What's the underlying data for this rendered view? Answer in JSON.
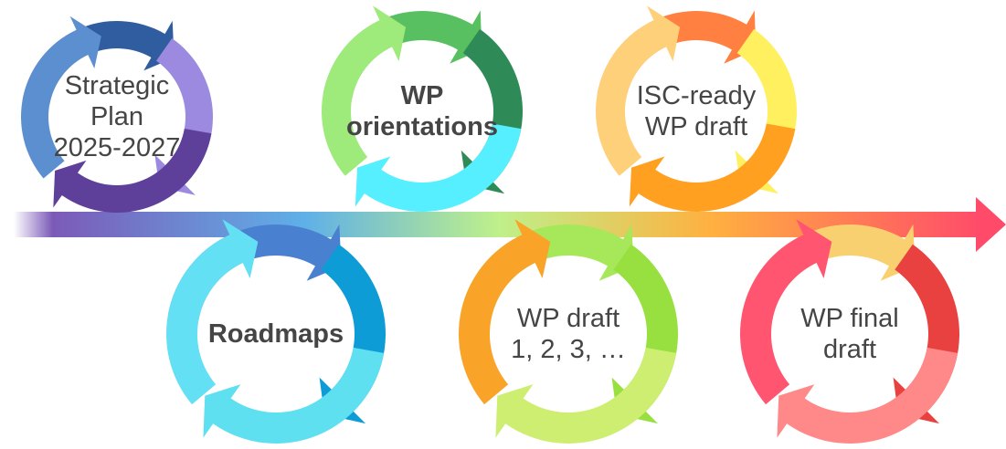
{
  "stages": [
    {
      "id": "strategic-plan",
      "lines": [
        "Strategic",
        "Plan",
        "2025-2027"
      ],
      "bold": false,
      "colors": [
        "#2F5DA0",
        "#9B8AE0",
        "#5E3F9A",
        "#5B8FD0"
      ]
    },
    {
      "id": "roadmaps",
      "lines": [
        "Roadmaps"
      ],
      "bold": true,
      "colors": [
        "#4A80D0",
        "#0E9CD6",
        "#5FE0F0",
        "#64E0F4"
      ]
    },
    {
      "id": "wp-orientations",
      "lines": [
        "WP",
        "orientations"
      ],
      "bold": true,
      "colors": [
        "#58C060",
        "#2E8B57",
        "#55EFFF",
        "#9EEA7A"
      ]
    },
    {
      "id": "wp-draft-iterations",
      "lines": [
        "WP draft",
        "1, 2, 3, …"
      ],
      "bold": false,
      "colors": [
        "#A6E85A",
        "#98E040",
        "#CDEE70",
        "#F9A428"
      ]
    },
    {
      "id": "isc-ready-wp-draft",
      "lines": [
        "ISC-ready",
        "WP draft"
      ],
      "bold": false,
      "colors": [
        "#FF8040",
        "#FFF060",
        "#FFA020",
        "#FFD07A"
      ]
    },
    {
      "id": "wp-final-draft",
      "lines": [
        "WP final",
        "draft"
      ],
      "bold": false,
      "colors": [
        "#F8D070",
        "#E94040",
        "#FF8888",
        "#FF5570"
      ]
    }
  ],
  "timeline": {
    "start_color": "#7C5AB8",
    "end_color": "#FF4A6A"
  }
}
